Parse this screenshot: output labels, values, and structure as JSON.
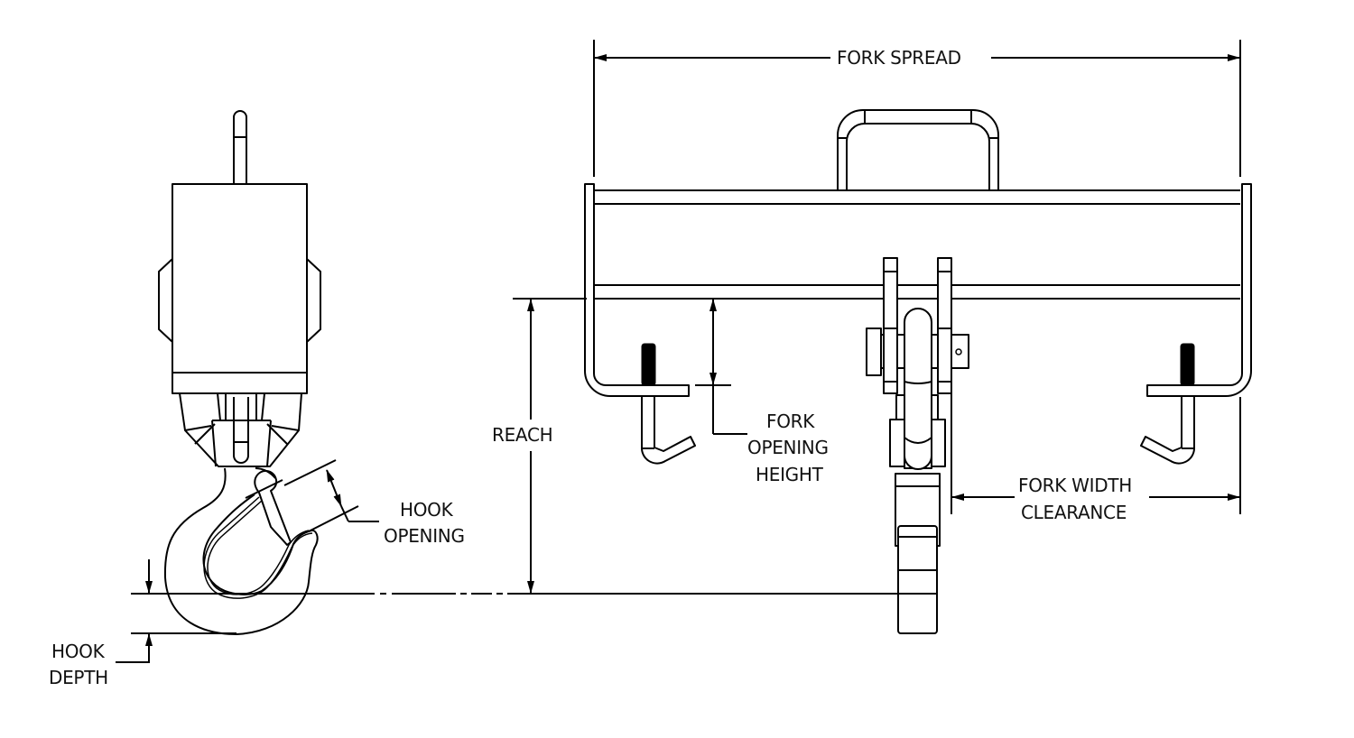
{
  "diagram": {
    "title": "Forklift Hook Attachment Dimension Diagram",
    "colors": {
      "line": "#000000",
      "background": "#ffffff",
      "text": "#111111"
    },
    "dimensions": {
      "fork_spread": {
        "label": "FORK SPREAD"
      },
      "reach": {
        "label": "REACH"
      },
      "fork_opening_height": {
        "lines": [
          "FORK",
          "OPENING",
          "HEIGHT"
        ]
      },
      "fork_width_clearance": {
        "lines": [
          "FORK WIDTH",
          "CLEARANCE"
        ]
      },
      "hook_opening": {
        "lines": [
          "HOOK",
          "OPENING"
        ]
      },
      "hook_depth": {
        "lines": [
          "HOOK",
          "DEPTH"
        ]
      }
    },
    "views": {
      "side_view": "hook-side-view",
      "front_view": "fork-frame-front-view"
    }
  }
}
